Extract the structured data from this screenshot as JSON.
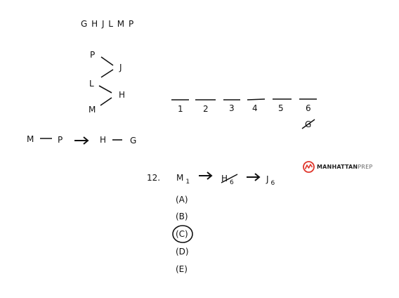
{
  "letters": "G H J L M P",
  "diagram": {
    "p": "P",
    "j": "J",
    "l": "L",
    "h": "H",
    "m": "M"
  },
  "slots": {
    "numbers": [
      "1",
      "2",
      "3",
      "4",
      "5",
      "6"
    ],
    "crossed_under_6": "G"
  },
  "rule": {
    "a": "M",
    "b": "P",
    "c": "H",
    "d": "G"
  },
  "question": {
    "number": "12.",
    "m": "M",
    "m_sub": "1",
    "h": "H",
    "h_sub": "6",
    "j": "J",
    "j_sub": "6",
    "choices": [
      "(A)",
      "(B)",
      "(C)",
      "(D)",
      "(E)"
    ],
    "circled_index": 2
  },
  "logo": {
    "bold": "MANHATTAN",
    "light": "PREP",
    "color": "#e0362c"
  }
}
